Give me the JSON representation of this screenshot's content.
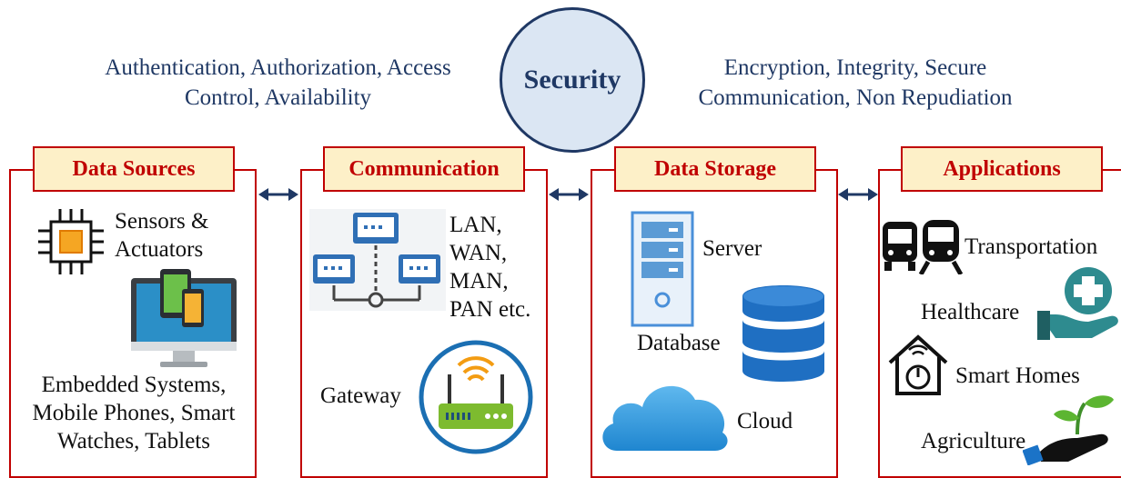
{
  "security": {
    "title": "Security",
    "left_text": "Authentication, Authorization, Access Control, Availability",
    "right_text": "Encryption, Integrity, Secure Communication, Non Repudiation"
  },
  "columns": [
    {
      "title": "Data Sources",
      "items": [
        {
          "label": "Sensors & Actuators",
          "icon": "chip-icon"
        },
        {
          "label": "Embedded Systems, Mobile Phones, Smart Watches, Tablets",
          "icon": "devices-icon"
        }
      ]
    },
    {
      "title": "Communication",
      "items": [
        {
          "label": "LAN, WAN, MAN, PAN etc.",
          "icon": "network-icon"
        },
        {
          "label": "Gateway",
          "icon": "router-icon"
        }
      ]
    },
    {
      "title": "Data Storage",
      "items": [
        {
          "label": "Server",
          "icon": "server-icon"
        },
        {
          "label": "Database",
          "icon": "database-icon"
        },
        {
          "label": "Cloud",
          "icon": "cloud-icon"
        }
      ]
    },
    {
      "title": "Applications",
      "items": [
        {
          "label": "Transportation",
          "icon": "bus-train-icon"
        },
        {
          "label": "Healthcare",
          "icon": "healthcare-icon"
        },
        {
          "label": "Smart Homes",
          "icon": "smart-home-icon"
        },
        {
          "label": "Agriculture",
          "icon": "agriculture-icon"
        }
      ]
    }
  ],
  "colors": {
    "accent": "#c00000",
    "title_fill": "#fdf0c8",
    "security_blue": "#1f3864",
    "security_fill": "#dbe6f3"
  }
}
